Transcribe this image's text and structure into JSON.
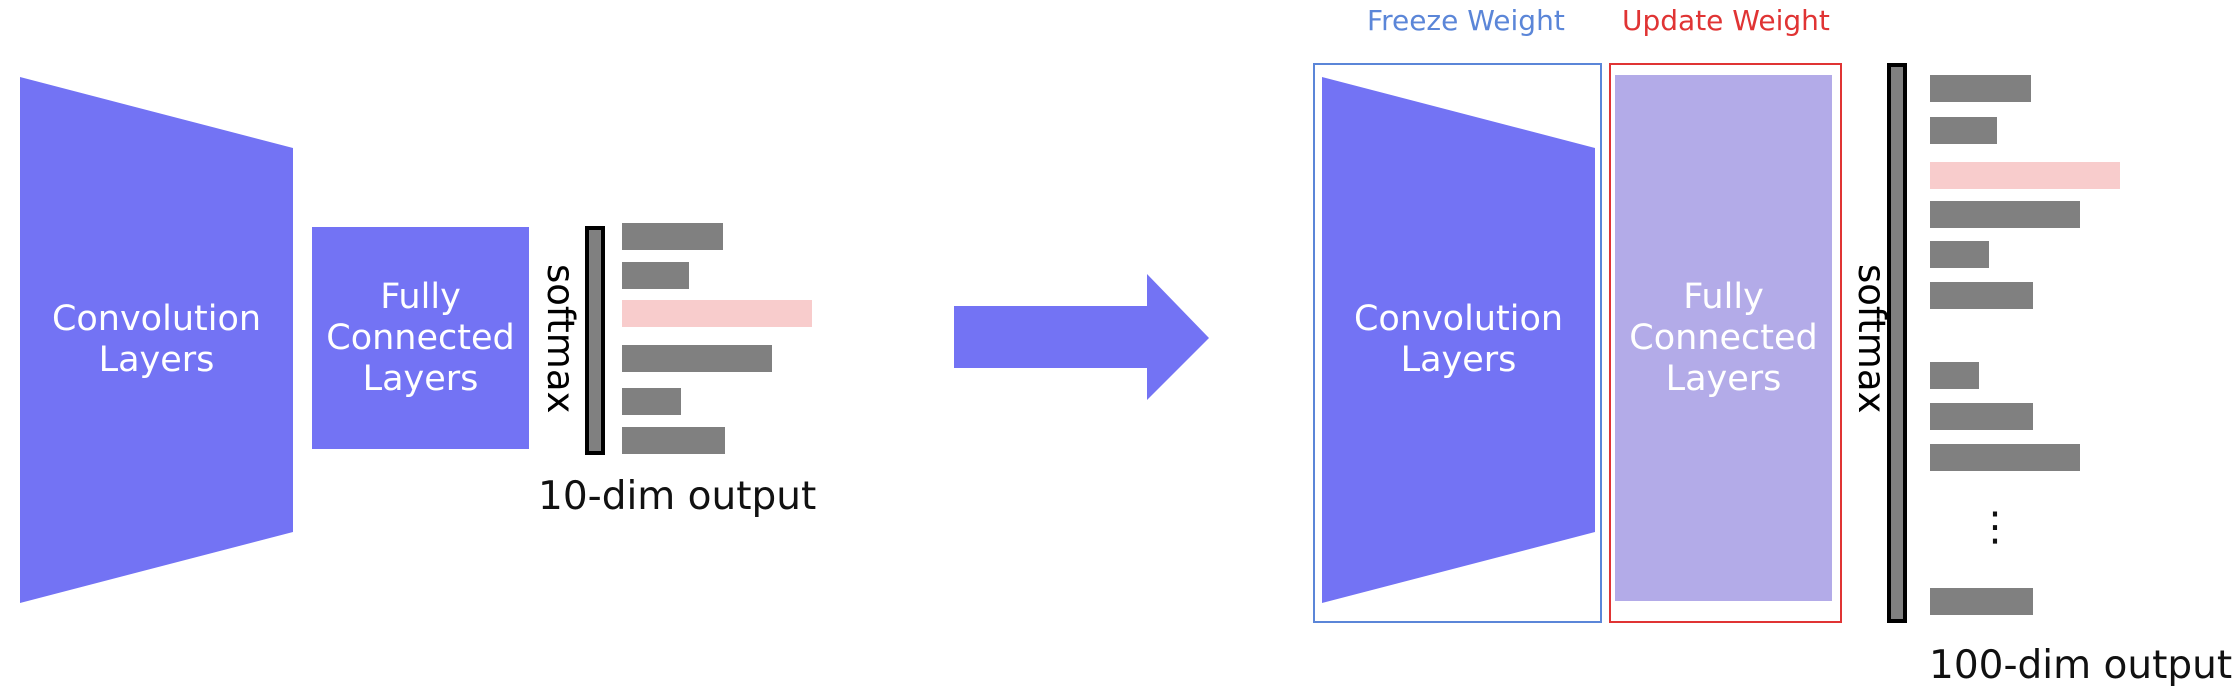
{
  "colors": {
    "layer": "#7373f4",
    "layer_light": "#b3abe8",
    "bar": "#808080",
    "bar_highlight": "#f8cccc",
    "freeze": "#5b86d8",
    "update": "#e03434"
  },
  "left": {
    "conv_label": "Convolution\nLayers",
    "fc_label": "Fully\nConnected\nLayers",
    "softmax_label": "softmax",
    "output_label": "10-dim output",
    "output_bars": [
      {
        "value": 0.53,
        "highlight": false
      },
      {
        "value": 0.35,
        "highlight": false
      },
      {
        "value": 1.0,
        "highlight": true
      },
      {
        "value": 0.79,
        "highlight": false
      },
      {
        "value": 0.31,
        "highlight": false
      },
      {
        "value": 0.54,
        "highlight": false
      }
    ]
  },
  "right": {
    "freeze_label": "Freeze Weight",
    "update_label": "Update Weight",
    "conv_label": "Convolution\nLayers",
    "fc_label": "Fully\nConnected\nLayers",
    "softmax_label": "softmax",
    "output_label": "100-dim output",
    "ellipsis": "⋮",
    "output_bars": [
      {
        "value": 0.53,
        "highlight": false
      },
      {
        "value": 0.35,
        "highlight": false
      },
      {
        "value": 1.0,
        "highlight": true
      },
      {
        "value": 0.79,
        "highlight": false
      },
      {
        "value": 0.31,
        "highlight": false
      },
      {
        "value": 0.54,
        "highlight": false
      },
      {
        "value": 0.26,
        "highlight": false
      },
      {
        "value": 0.54,
        "highlight": false
      },
      {
        "value": 0.79,
        "highlight": false
      },
      {
        "value": 0.54,
        "highlight": false
      }
    ]
  }
}
